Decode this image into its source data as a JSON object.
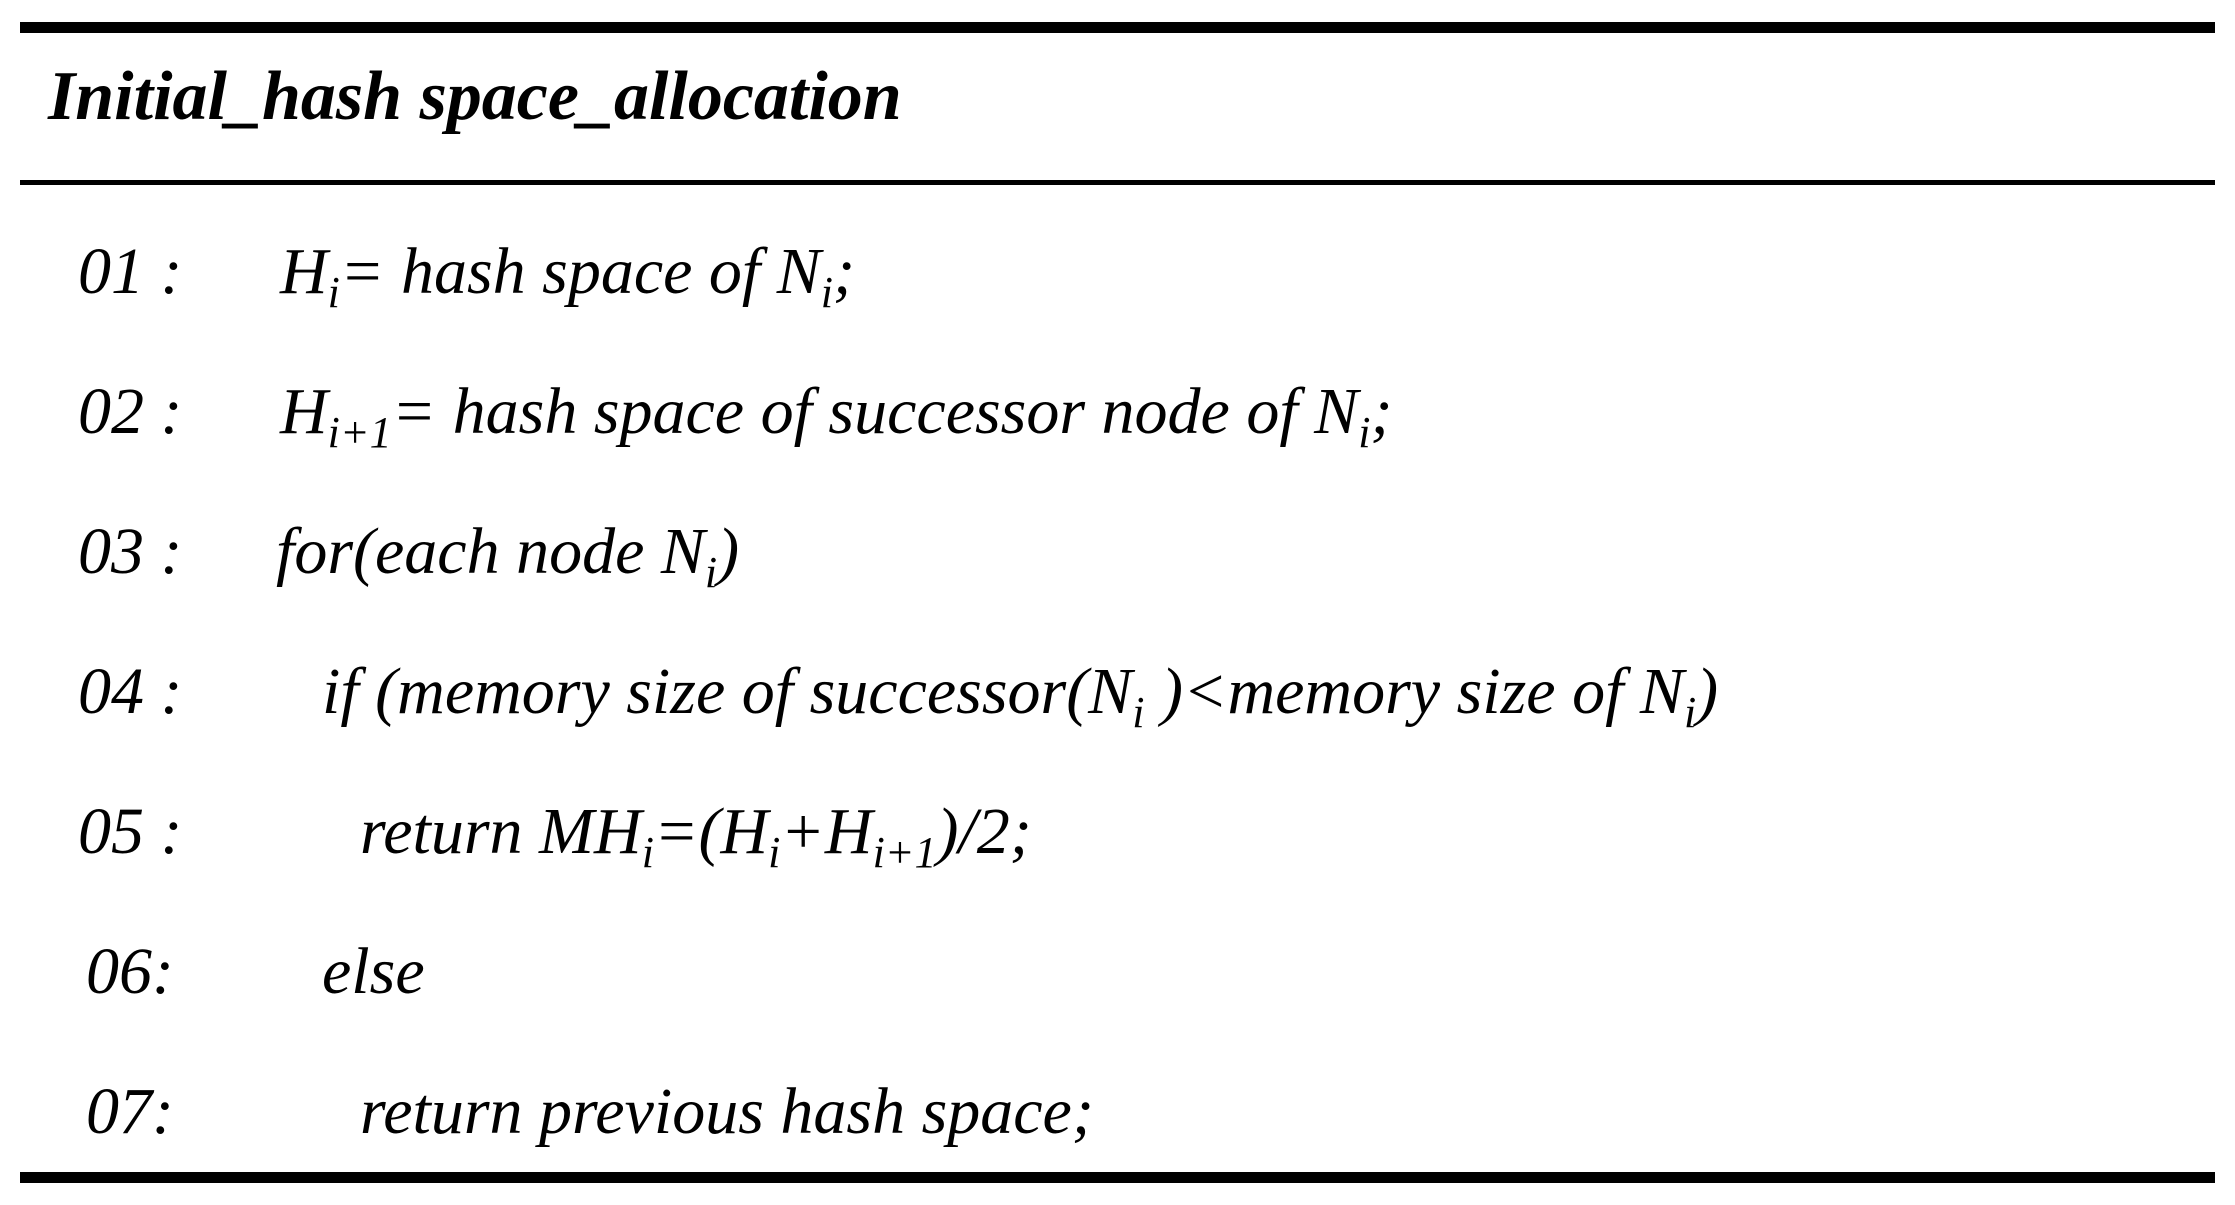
{
  "algorithm": {
    "title": "Initial_hash space_allocation",
    "lines": [
      {
        "number": "01 :",
        "segments": [
          {
            "t": "H"
          },
          {
            "sub": "i"
          },
          {
            "t": "= hash space of N"
          },
          {
            "sub": "i"
          },
          {
            "t": ";"
          }
        ]
      },
      {
        "number": "02 :",
        "segments": [
          {
            "t": "H"
          },
          {
            "sub": "i+1"
          },
          {
            "t": "= hash space of successor node of N"
          },
          {
            "sub": "i"
          },
          {
            "t": ";"
          }
        ]
      },
      {
        "number": "03 :",
        "segments": [
          {
            "t": "for(each node N"
          },
          {
            "sub": "i"
          },
          {
            "t": ")"
          }
        ]
      },
      {
        "number": "04 :",
        "segments": [
          {
            "t": "if (memory size of successor(N"
          },
          {
            "sub": "i"
          },
          {
            "t": " )<memory size of N"
          },
          {
            "sub": "i"
          },
          {
            "t": ")"
          }
        ]
      },
      {
        "number": "05 :",
        "segments": [
          {
            "t": "return MH"
          },
          {
            "sub": "i"
          },
          {
            "t": "=(H"
          },
          {
            "sub": "i"
          },
          {
            "t": "+H"
          },
          {
            "sub": "i+1"
          },
          {
            "t": ")/2;"
          }
        ]
      },
      {
        "number": "06:",
        "segments": [
          {
            "t": "else"
          }
        ]
      },
      {
        "number": "07:",
        "segments": [
          {
            "t": "return previous hash space;"
          }
        ]
      }
    ]
  }
}
